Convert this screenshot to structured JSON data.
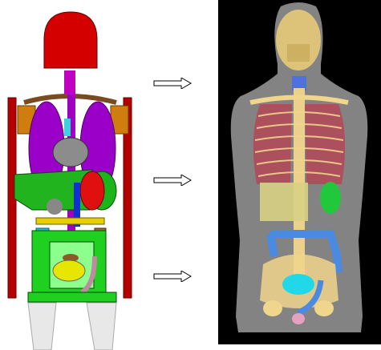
{
  "figure": {
    "left_model": {
      "kind": "stylized-geometric-phantom",
      "icon": "mathematical-phantom"
    },
    "right_model": {
      "kind": "voxel-phantom-ct",
      "icon": "voxel-phantom"
    },
    "arrows": [
      {
        "icon": "arrow-right-icon"
      },
      {
        "icon": "arrow-right-icon"
      },
      {
        "icon": "arrow-right-icon"
      }
    ],
    "colors": {
      "head": "#d40000",
      "lungs": "#9a00c8",
      "liver": "#21b41f",
      "kidney": "#e01010",
      "skeleton": "#e7c979",
      "background_right": "#000000",
      "body_shell": "#8a8a8a"
    }
  }
}
